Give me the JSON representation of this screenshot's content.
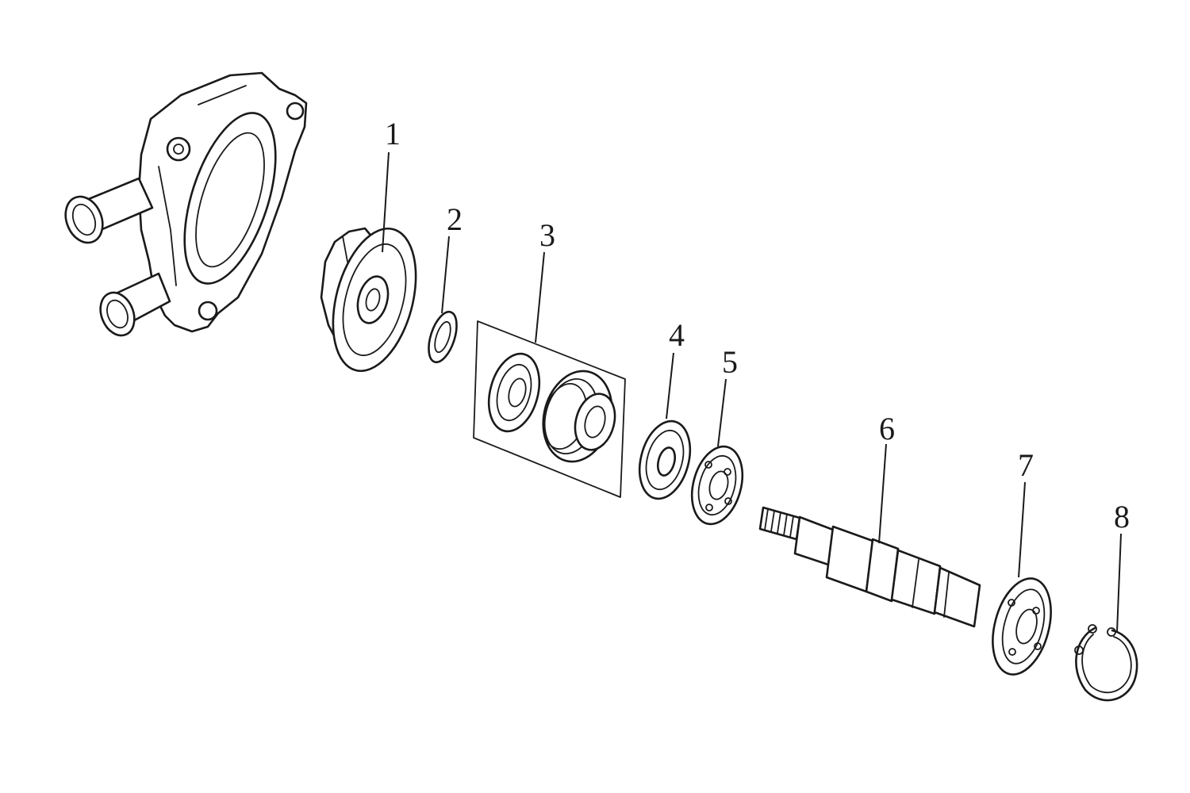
{
  "diagram": {
    "callouts": [
      {
        "id": "part-1",
        "label": "1"
      },
      {
        "id": "part-2",
        "label": "2"
      },
      {
        "id": "part-3",
        "label": "3"
      },
      {
        "id": "part-4",
        "label": "4"
      },
      {
        "id": "part-5",
        "label": "5"
      },
      {
        "id": "part-6",
        "label": "6"
      },
      {
        "id": "part-7",
        "label": "7"
      },
      {
        "id": "part-8",
        "label": "8"
      }
    ]
  }
}
